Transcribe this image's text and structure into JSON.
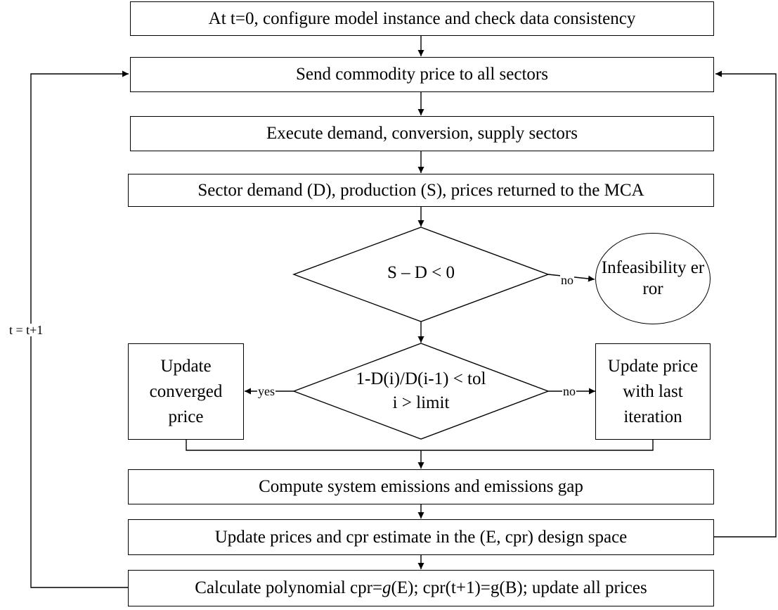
{
  "steps": {
    "init": "At t=0, configure model instance and check data consistency",
    "send_price": "Send commodity price to all sectors",
    "execute": "Execute demand, conversion, supply sectors",
    "returned": "Sector demand (D), production (S), prices returned to the MCA",
    "compute_emissions": "Compute system emissions and emissions  gap",
    "update_prices": "Update prices and cpr estimate in the (E, cpr) design space",
    "calc_poly_pre": "Calculate polynomial cpr=",
    "calc_poly_g": "g",
    "calc_poly_post": "(E); cpr(t+1)=g(B); update all prices"
  },
  "decisions": {
    "feasibility": "S – D < 0",
    "convergence_line1": "1-D(i)/D(i-1)  < tol",
    "convergence_line2": "i > limit"
  },
  "outcomes": {
    "infeasibility": "Infeasibility error",
    "converged": "Update converged price",
    "last_iteration": "Update price with last iteration"
  },
  "labels": {
    "no_feasibility": "no",
    "yes": "yes",
    "no_convergence": "no",
    "loop": "t = t+1"
  }
}
